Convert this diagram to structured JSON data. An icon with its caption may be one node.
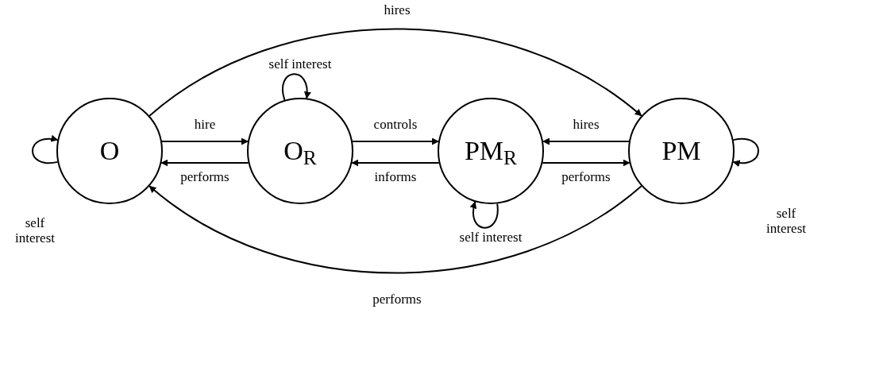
{
  "diagram": {
    "nodes": [
      {
        "text": [
          "O"
        ]
      },
      {
        "text": [
          "O$_{R}$"
        ]
      },
      {
        "text": [
          "PM$_{R}$"
        ]
      },
      {
        "text": [
          "PM"
        ]
      }
    ],
    "edges": [
      {
        "from": 0,
        "to": 1,
        "arrow": "to",
        "label": "hire"
      },
      {
        "from": 1,
        "to": 0,
        "arrow": "to",
        "label": "performs"
      },
      {
        "from": 1,
        "to": 2,
        "arrow": "to",
        "label": "controls"
      },
      {
        "from": 2,
        "to": 1,
        "arrow": "to",
        "label": "informs"
      },
      {
        "from": 3,
        "to": 2,
        "arrow": "to",
        "label": "hires"
      },
      {
        "from": 2,
        "to": 3,
        "arrow": "to",
        "label": "performs"
      },
      {
        "from": 0,
        "to": 3,
        "arrow": "to",
        "label": "hires"
      },
      {
        "from": 3,
        "to": 0,
        "arrow": "to",
        "label": "performs"
      },
      {
        "from": 0,
        "to": 0,
        "arrow": "to",
        "label": "self interest"
      },
      {
        "from": 1,
        "to": 1,
        "arrow": "to",
        "label": "self interest"
      },
      {
        "from": 2,
        "to": 2,
        "arrow": "to",
        "label": "self interest"
      },
      {
        "from": 3,
        "to": 3,
        "arrow": "to",
        "label": "self interest"
      }
    ]
  }
}
